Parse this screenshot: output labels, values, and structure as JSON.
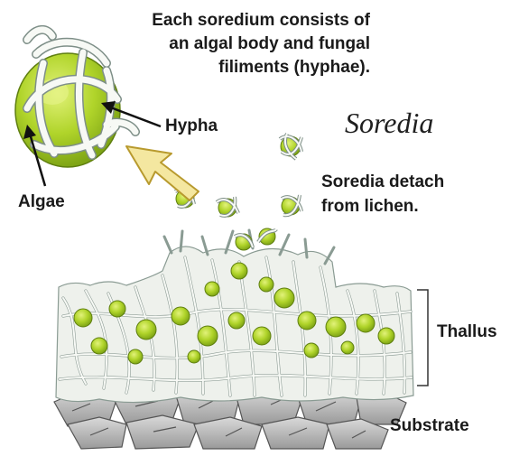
{
  "caption": {
    "line1": "Each soredium consists of",
    "line2": "an algal body and fungal",
    "line3": "filiments (hyphae)."
  },
  "title": "Soredia",
  "labels": {
    "hypha": "Hypha",
    "algae": "Algae",
    "detach_line1": "Soredia detach",
    "detach_line2": "from lichen.",
    "thallus": "Thallus",
    "substrate": "Substrate"
  },
  "colors": {
    "algae_green": "#a6cc1f",
    "algae_highlight": "#d4ea5a",
    "hypha_white": "#f4f6f2",
    "hypha_outline": "#8a9b93",
    "arrow_yellow": "#f4e7a0",
    "arrow_outline": "#c9a93a",
    "rock": "#bdbdbd"
  }
}
